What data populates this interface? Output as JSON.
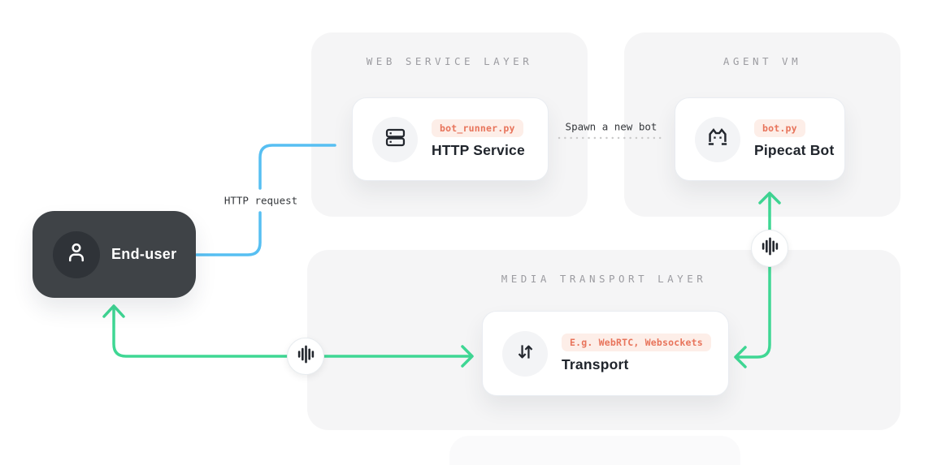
{
  "panels": {
    "web_service": {
      "title": "WEB SERVICE LAYER"
    },
    "agent_vm": {
      "title": "AGENT VM"
    },
    "media_transport": {
      "title": "MEDIA TRANSPORT LAYER"
    }
  },
  "nodes": {
    "end_user": {
      "label": "End-user",
      "icon": "person-icon"
    },
    "http_service": {
      "title": "HTTP Service",
      "badge": "bot_runner.py",
      "icon": "server-icon"
    },
    "pipecat_bot": {
      "title": "Pipecat Bot",
      "badge": "bot.py",
      "icon": "pipecat-cat-icon"
    },
    "transport": {
      "title": "Transport",
      "badge": "E.g. WebRTC, Websockets",
      "icon": "transfer-arrows-icon"
    }
  },
  "connections": {
    "http_request": {
      "label": "HTTP request",
      "style": "solid-blue",
      "from": "end_user",
      "to": "http_service"
    },
    "spawn_bot": {
      "label": "Spawn a new bot",
      "style": "dotted-gray",
      "from": "http_service",
      "to": "pipecat_bot"
    },
    "user_media": {
      "label": "",
      "style": "solid-green-bidirectional",
      "icon": "audio-waveform-icon",
      "from": "end_user",
      "to": "transport"
    },
    "bot_media": {
      "label": "",
      "style": "solid-green-bidirectional",
      "icon": "audio-waveform-icon",
      "from": "pipecat_bot",
      "to": "transport"
    }
  },
  "colors": {
    "accent_blue": "#57bff2",
    "accent_green": "#3fd794",
    "badge_bg": "#fdeee8",
    "badge_text": "#e8745b",
    "panel_bg": "#f5f5f6",
    "dark_node_bg": "#3f4347",
    "title_gray": "#9c9ca1"
  }
}
